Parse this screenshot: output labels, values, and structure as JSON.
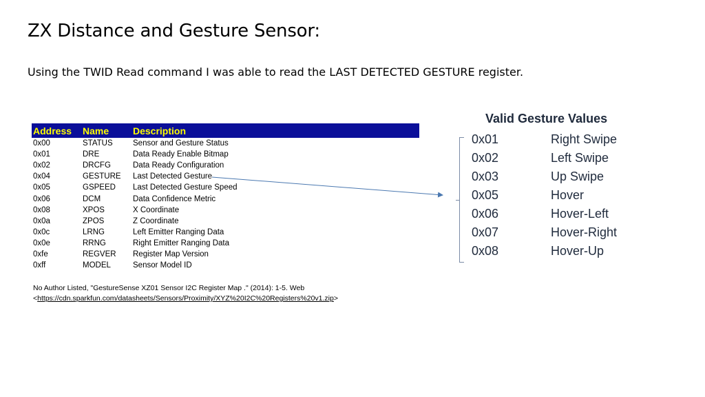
{
  "title": "ZX Distance and Gesture Sensor:",
  "subtitle": "Using the TWID Read command I was able to read the LAST DETECTED GESTURE register.",
  "register_table": {
    "headers": [
      "Address",
      "Name",
      "Description"
    ],
    "rows": [
      [
        "0x00",
        "STATUS",
        "Sensor and Gesture Status"
      ],
      [
        "0x01",
        "DRE",
        "Data Ready Enable Bitmap"
      ],
      [
        "0x02",
        "DRCFG",
        "Data Ready Configuration"
      ],
      [
        "0x04",
        "GESTURE",
        "Last Detected Gesture"
      ],
      [
        "0x05",
        "GSPEED",
        "Last Detected Gesture Speed"
      ],
      [
        "0x06",
        "DCM",
        "Data Confidence Metric"
      ],
      [
        "0x08",
        "XPOS",
        "X Coordinate"
      ],
      [
        "0x0a",
        "ZPOS",
        "Z Coordinate"
      ],
      [
        "0x0c",
        "LRNG",
        "Left Emitter Ranging Data"
      ],
      [
        "0x0e",
        "RRNG",
        "Right Emitter Ranging Data"
      ],
      [
        "0xfe",
        "REGVER",
        "Register Map Version"
      ],
      [
        "0xff",
        "MODEL",
        "Sensor Model ID"
      ]
    ],
    "header_bg": "#0b0f99",
    "header_fg": "#ffff00"
  },
  "citation": {
    "line1": "No Author Listed, \"GestureSense XZ01 Sensor I2C Register Map .\"  (2014): 1-5. Web",
    "link_open": "<",
    "link": "https://cdn.sparkfun.com/datasheets/Sensors/Proximity/XYZ%20I2C%20Registers%20v1.zip",
    "link_close": ">"
  },
  "valid_gestures": {
    "title": "Valid Gesture Values",
    "rows": [
      [
        "0x01",
        "Right Swipe"
      ],
      [
        "0x02",
        "Left Swipe"
      ],
      [
        "0x03",
        "Up Swipe"
      ],
      [
        "0x05",
        "Hover"
      ],
      [
        "0x06",
        "Hover-Left"
      ],
      [
        "0x07",
        "Hover-Right"
      ],
      [
        "0x08",
        "Hover-Up"
      ]
    ]
  },
  "colors": {
    "arrow": "#4a78b0",
    "gesture_text": "#1f2a3c"
  }
}
